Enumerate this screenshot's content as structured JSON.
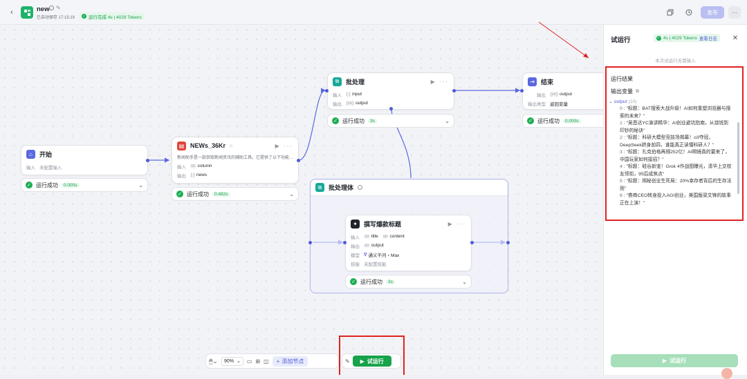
{
  "topbar": {
    "back_icon": "chevron-left-icon",
    "app_name": "new",
    "autosave": "已自动保存 17:15:19",
    "status_badge": "运行完成 4s | 4029 Tokens",
    "publish": "发布",
    "more": "···"
  },
  "nodes": {
    "start": {
      "title": "开始",
      "in_label": "输入",
      "in_value": "未配置输入",
      "run": "运行成功",
      "time": "0.000s"
    },
    "news": {
      "title": "NEWs_36Kr",
      "desc": "新闻助手是一款获取新闻资讯的辅助工具。它提供了以下功能…",
      "in_label": "输入",
      "in_var": "column",
      "out_label": "输出",
      "out_var": "news",
      "run": "运行成功",
      "time": "0.482s",
      "in_type": "str",
      "out_type": "[ ]"
    },
    "batch": {
      "title": "批处理",
      "in_label": "输入",
      "in_var": "input",
      "out_label": "输出",
      "out_var": "output",
      "run": "运行成功",
      "time": "3s",
      "in_type": "[ ]",
      "out_type": "[str]"
    },
    "end": {
      "title": "结束",
      "out_label": "输出",
      "out_var": "output",
      "type_label": "输出类型",
      "type_value": "返回变量",
      "run": "运行成功",
      "time": "0.000s",
      "out_type": "[str]"
    },
    "body": {
      "title": "批处理体"
    },
    "llm": {
      "title": "撰写爆款标题",
      "in_label": "输入",
      "in_var1": "title",
      "in_var2": "content",
      "out_label": "输出",
      "out_var": "output",
      "model_label": "模型",
      "model_value": "通义千问・Max",
      "skill_label": "技能",
      "skill_value": "未配置技能",
      "run": "运行成功",
      "time": "3s",
      "in_type": "str",
      "out_type": "str"
    }
  },
  "toolbar": {
    "zoom": "90%",
    "add_node": "添加节点",
    "test_run": "试运行"
  },
  "panel": {
    "title": "试运行",
    "badge": "4s | 4029 Tokens",
    "log_link": "查看日志",
    "no_input": "本次试运行无需输入",
    "result_title": "运行结果",
    "output_vars": "输出变量",
    "output_key": "output",
    "output_count": "(10)",
    "items": [
      {
        "idx": "0",
        "text": "\"标题：BAT搜索大战升级！AI如何重塑浏览器与搜索的未来？\""
      },
      {
        "idx": "1",
        "text": "\"吴恩达YC演讲精华：AI创业避坑指南，从烧钱到印钞的秘诀\""
      },
      {
        "idx": "2",
        "text": "\"标题：科研大模型竞技场揭幕！o3夺冠，DeepSeek跻身前四，谁能真正读懂科研人？\""
      },
      {
        "idx": "3",
        "text": "\"标题：扎克伯格再掷252亿！AI明镜真的要来了，中国玩家如何接招？\""
      },
      {
        "idx": "4",
        "text": "\"标题：硅谷新宠！Grok 4作战图曝光，清华上交校友领衔，95后成焦点\""
      },
      {
        "idx": "5",
        "text": "\"标题：揭秘创业生死局：20%幸存者背后的生存法则\""
      },
      {
        "idx": "6",
        "text": "\"券商CEO转身投入AGI创业，美国版梁文锋的故事正在上演！\""
      }
    ],
    "run_button": "试运行"
  }
}
